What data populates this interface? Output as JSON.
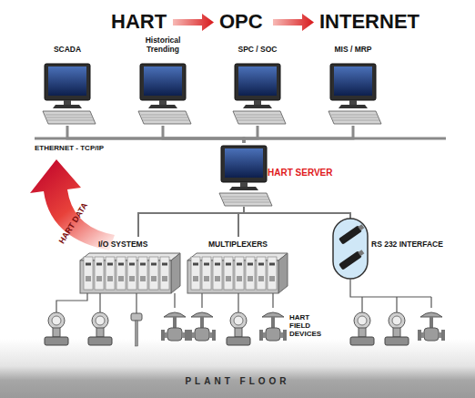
{
  "diagram": {
    "nodes": [
      {
        "text": [
          "SCADA"
        ]
      },
      {
        "text": [
          "Historical Trending"
        ]
      },
      {
        "text": [
          "SPC / SOC"
        ]
      },
      {
        "text": [
          "MIS / MRP"
        ]
      },
      {
        "text": [
          "HART SERVER"
        ]
      },
      {
        "text": [
          "I/O SYSTEMS"
        ]
      },
      {
        "text": [
          "MULTIPLEXERS"
        ]
      },
      {
        "text": [
          "RS 232 INTERFACE"
        ]
      },
      {
        "text": [
          "PLANT FLOOR"
        ]
      }
    ],
    "edges": [
      {
        "from": 4,
        "to": 0,
        "arrow": "none"
      },
      {
        "from": 4,
        "to": 1,
        "arrow": "none"
      },
      {
        "from": 4,
        "to": 2,
        "arrow": "none"
      },
      {
        "from": 4,
        "to": 3,
        "arrow": "none"
      },
      {
        "from": 4,
        "to": 5,
        "arrow": "none"
      },
      {
        "from": 4,
        "to": 6,
        "arrow": "none"
      },
      {
        "from": 4,
        "to": 7,
        "arrow": "none"
      }
    ],
    "labels": [
      "HART",
      "OPC",
      "INTERNET",
      "ETHERNET - TCP/IP",
      "HART DATA",
      "HART FIELD DEVICES"
    ]
  }
}
